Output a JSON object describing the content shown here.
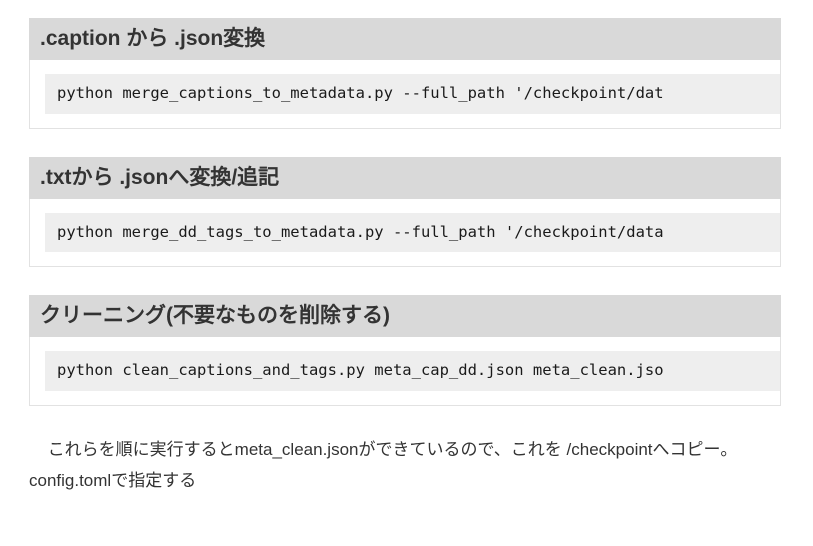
{
  "page": {
    "sections": [
      {
        "heading": ".caption から .json変換",
        "code": "python merge_captions_to_metadata.py --full_path '/checkpoint/dat"
      },
      {
        "heading": ".txtから .jsonへ変換/追記",
        "code": "python merge_dd_tags_to_metadata.py --full_path '/checkpoint/data"
      },
      {
        "heading": "クリーニング(不要なものを削除する)",
        "code": "python clean_captions_and_tags.py meta_cap_dd.json meta_clean.jso"
      }
    ],
    "paragraph": "これらを順に実行するとmeta_clean.jsonができているので、これを /checkpointへコピー。config.tomlで指定する",
    "colors": {
      "heading_bar": "#d9d9d9",
      "code_background": "#eeeeee",
      "text": "#333333",
      "border": "#e2e2e2"
    }
  }
}
